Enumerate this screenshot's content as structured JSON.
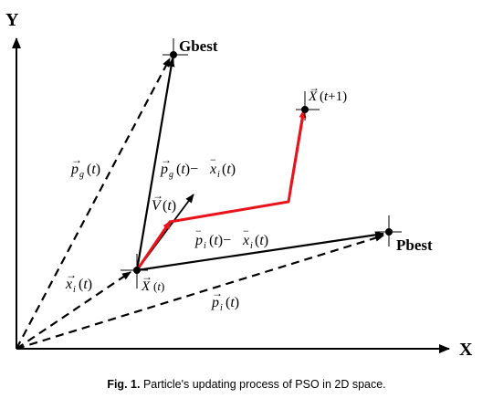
{
  "axes": {
    "x": "X",
    "y": "Y"
  },
  "points": {
    "gbest": "Gbest",
    "pbest": "Pbest"
  },
  "caption": {
    "label": "Fig. 1.",
    "text": "Particle's updating process of PSO in 2D space."
  },
  "colors": {
    "velocity_path": "#e8141c",
    "lines": "#000000"
  }
}
